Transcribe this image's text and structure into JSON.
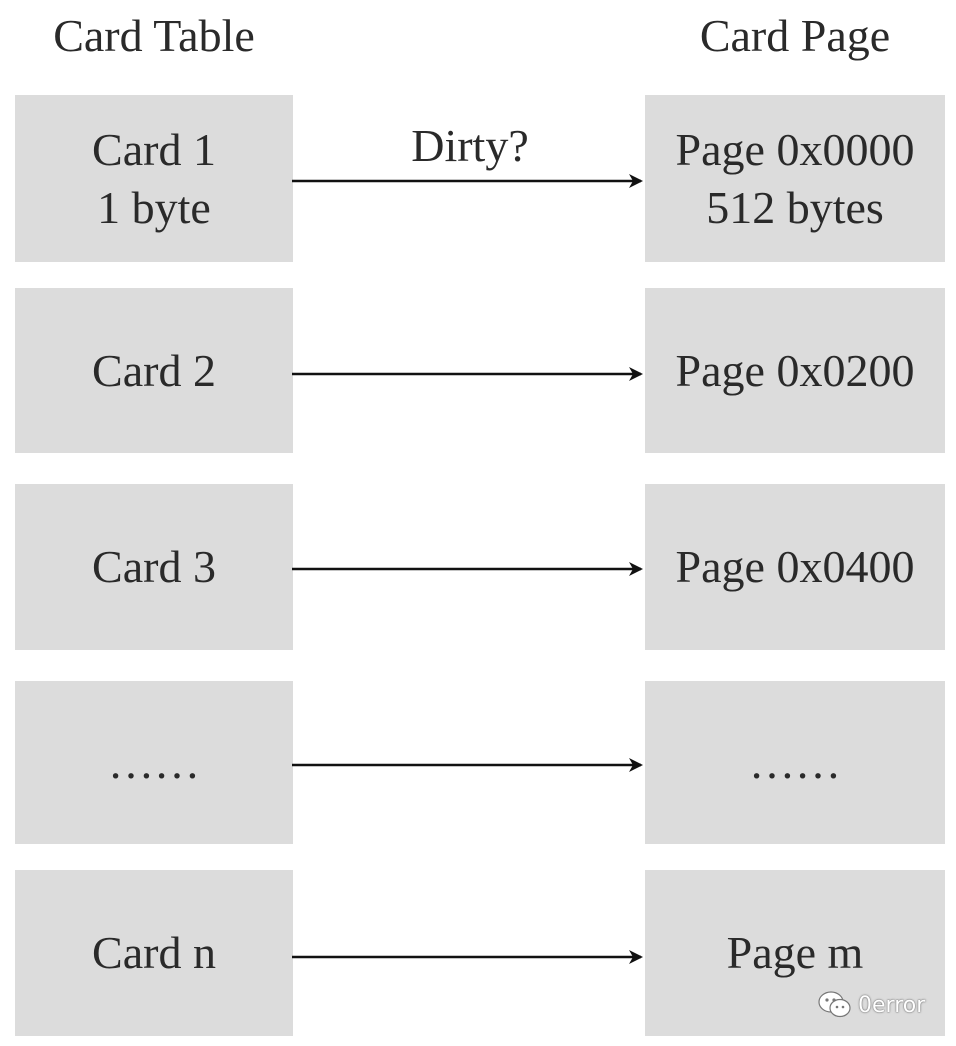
{
  "titles": {
    "left": "Card Table",
    "right": "Card Page"
  },
  "arrow_label": "Dirty?",
  "rows": [
    {
      "card": [
        "Card 1",
        "1 byte"
      ],
      "page": [
        "Page 0x0000",
        "512 bytes"
      ]
    },
    {
      "card": [
        "Card 2"
      ],
      "page": [
        "Page 0x0200"
      ]
    },
    {
      "card": [
        "Card 3"
      ],
      "page": [
        "Page 0x0400"
      ]
    },
    {
      "card": [
        "……"
      ],
      "page": [
        "……"
      ]
    },
    {
      "card": [
        "Card n"
      ],
      "page": [
        "Page m"
      ]
    }
  ],
  "watermark": {
    "text": "0error",
    "icon": "wechat-logo-icon"
  },
  "colors": {
    "box_fill": "#dcdcdc",
    "text": "#2a2a2a",
    "arrow": "#111111"
  }
}
